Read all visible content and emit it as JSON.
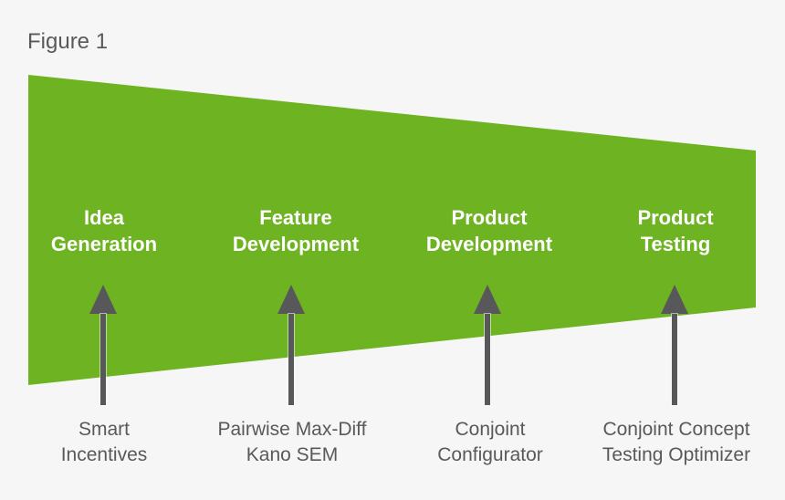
{
  "figure": {
    "caption": "Figure 1"
  },
  "colors": {
    "background": "#f6f6f6",
    "funnel": "#6eb322",
    "arrow": "#58585a",
    "stage_label_text": "#ffffff",
    "method_label_text": "#58595b"
  },
  "funnel": {
    "stages": [
      {
        "label": "Idea\nGeneration",
        "method": "Smart\nIncentives"
      },
      {
        "label": "Feature\nDevelopment",
        "method": "Pairwise Max-Diff\nKano SEM"
      },
      {
        "label": "Product\nDevelopment",
        "method": "Conjoint\nConfigurator"
      },
      {
        "label": "Product\nTesting",
        "method": "Conjoint Concept\nTesting Optimizer"
      }
    ]
  }
}
